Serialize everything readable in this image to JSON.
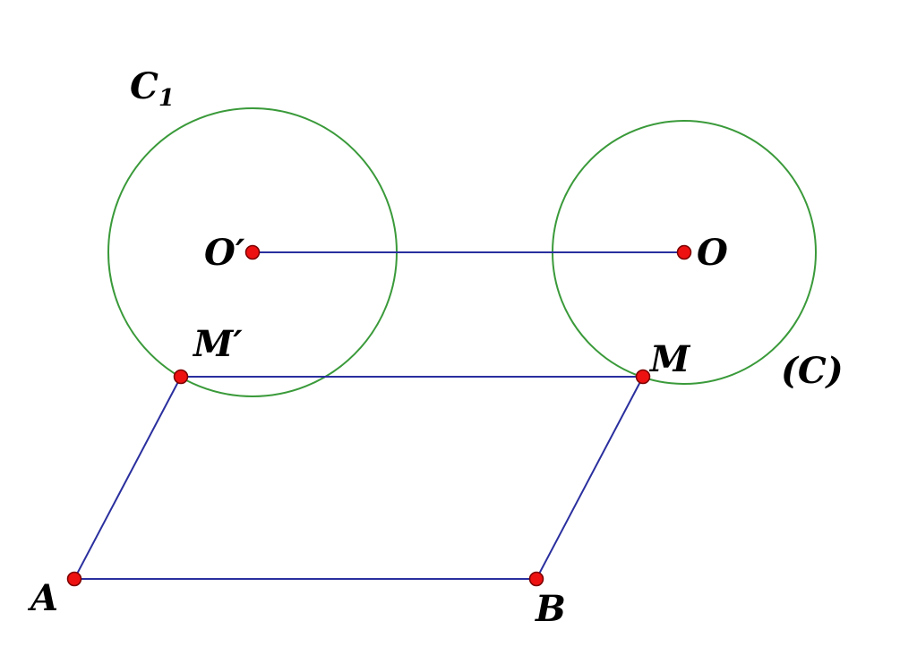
{
  "labels": {
    "c1_main": "C",
    "c1_sub": "1",
    "o_prime": "O′",
    "o": "O",
    "m_prime": "M′",
    "m": "M",
    "c": "(C)",
    "a": "A",
    "b": "B"
  },
  "colors": {
    "circle": "#3a9a3a",
    "segment": "#2a2f9e",
    "point_fill": "#ee1111",
    "point_stroke": "#7a0000",
    "label": "#000000"
  }
}
